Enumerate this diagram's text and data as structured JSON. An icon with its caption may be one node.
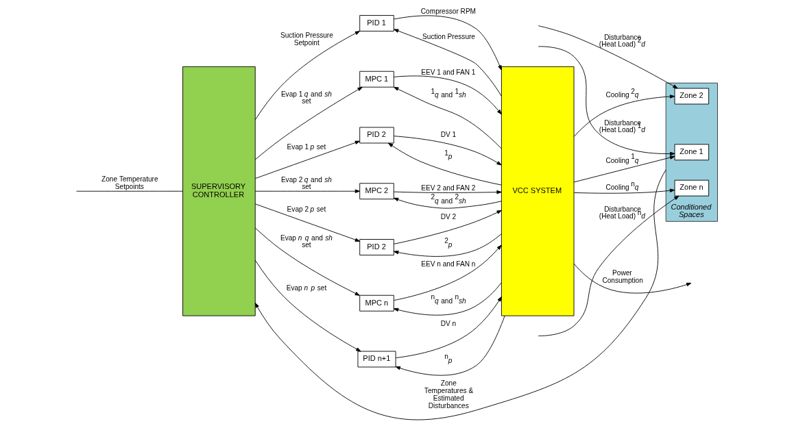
{
  "diagram": {
    "nodes": [
      {
        "text": [
          "SUPERVISORY CONTROLLER"
        ]
      },
      {
        "text": [
          "PID 1"
        ]
      },
      {
        "text": [
          "MPC 1"
        ]
      },
      {
        "text": [
          "PID 2"
        ]
      },
      {
        "text": [
          "MPC 2"
        ]
      },
      {
        "text": [
          "PID 2"
        ]
      },
      {
        "text": [
          "MPC n"
        ]
      },
      {
        "text": [
          "PID n+1"
        ]
      },
      {
        "text": [
          "VCC SYSTEM"
        ]
      },
      {
        "text": [
          "Conditioned Spaces"
        ]
      },
      {
        "text": [
          "Zone 1"
        ],
        "in": 9
      },
      {
        "text": [
          "Zone 2"
        ],
        "in": 9
      },
      {
        "text": [
          "Zone n"
        ],
        "in": 9
      }
    ],
    "edges": [
      {
        "from": null,
        "to": 0,
        "arrow": "none",
        "label": "Zone Temperature Setpoints"
      },
      {
        "from": 0,
        "to": 1,
        "arrow": "to",
        "label": "Suction Pressure Setpoint"
      },
      {
        "from": 1,
        "to": 8,
        "arrow": "to",
        "label": "Compressor RPM"
      },
      {
        "from": 8,
        "to": 1,
        "arrow": "to",
        "label": "Suction Pressure"
      },
      {
        "from": 0,
        "to": 2,
        "arrow": "to",
        "label": "Evap 1 *q* and *sh* set"
      },
      {
        "from": 2,
        "to": 8,
        "arrow": "to",
        "label": "EEV 1 and FAN 1"
      },
      {
        "from": 8,
        "to": 2,
        "arrow": "to",
        "label": "$^{1}$*q* and $^{1}$*sh*"
      },
      {
        "from": 0,
        "to": 3,
        "arrow": "to",
        "label": "Evap 1 *p* set"
      },
      {
        "from": 3,
        "to": 8,
        "arrow": "to",
        "label": "DV 1"
      },
      {
        "from": 8,
        "to": 3,
        "arrow": "to",
        "label": "$^{1}$*p*"
      },
      {
        "from": 0,
        "to": 4,
        "arrow": "to",
        "label": "Evap 2 *q* and *sh* set"
      },
      {
        "from": 4,
        "to": 8,
        "arrow": "to",
        "label": "EEV 2 and FAN 2"
      },
      {
        "from": 8,
        "to": 4,
        "arrow": "to",
        "label": "$^{2}$*q* and $^{2}$*sh*"
      },
      {
        "from": 0,
        "to": 5,
        "arrow": "to",
        "label": "Evap 2 *p* set"
      },
      {
        "from": 5,
        "to": 8,
        "arrow": "to",
        "label": "DV 2"
      },
      {
        "from": 8,
        "to": 5,
        "arrow": "to",
        "label": "$^{2}$*p*"
      },
      {
        "from": 0,
        "to": 6,
        "arrow": "to",
        "label": "Evap *n* *q* and *sh* set"
      },
      {
        "from": 6,
        "to": 8,
        "arrow": "to",
        "label": "EEV n and FAN n"
      },
      {
        "from": 8,
        "to": 6,
        "arrow": "to",
        "label": "$^{n}$*q* and $^{n}$*sh*"
      },
      {
        "from": 0,
        "to": 7,
        "arrow": "to",
        "label": "Evap *n* *p* set"
      },
      {
        "from": 7,
        "to": 8,
        "arrow": "to",
        "label": "DV n"
      },
      {
        "from": 8,
        "to": 7,
        "arrow": "to",
        "label": "$^{n}$*p*"
      },
      {
        "from": 8,
        "to": 10,
        "arrow": "to",
        "label": "Cooling $^{1}$*q*"
      },
      {
        "from": 8,
        "to": 11,
        "arrow": "to",
        "label": "Cooling $^{2}$*q*"
      },
      {
        "from": 8,
        "to": 12,
        "arrow": "to",
        "label": "Cooling $^{n}$*q*"
      },
      {
        "from": null,
        "to": 10,
        "arrow": "to",
        "label": "Disturbance (Heat Load) $^{1}$*d*"
      },
      {
        "from": null,
        "to": 11,
        "arrow": "to",
        "label": "Disturbance (Heat Load) $^{2}$*d*"
      },
      {
        "from": null,
        "to": 12,
        "arrow": "to",
        "label": "Disturbance (Heat Load) $^{n}$*d*"
      },
      {
        "from": 9,
        "to": 0,
        "arrow": "to",
        "label": "Zone Temperatures & Estimated Disturbances"
      },
      {
        "from": 8,
        "to": null,
        "arrow": "to",
        "label": "Power Consumption"
      }
    ]
  }
}
